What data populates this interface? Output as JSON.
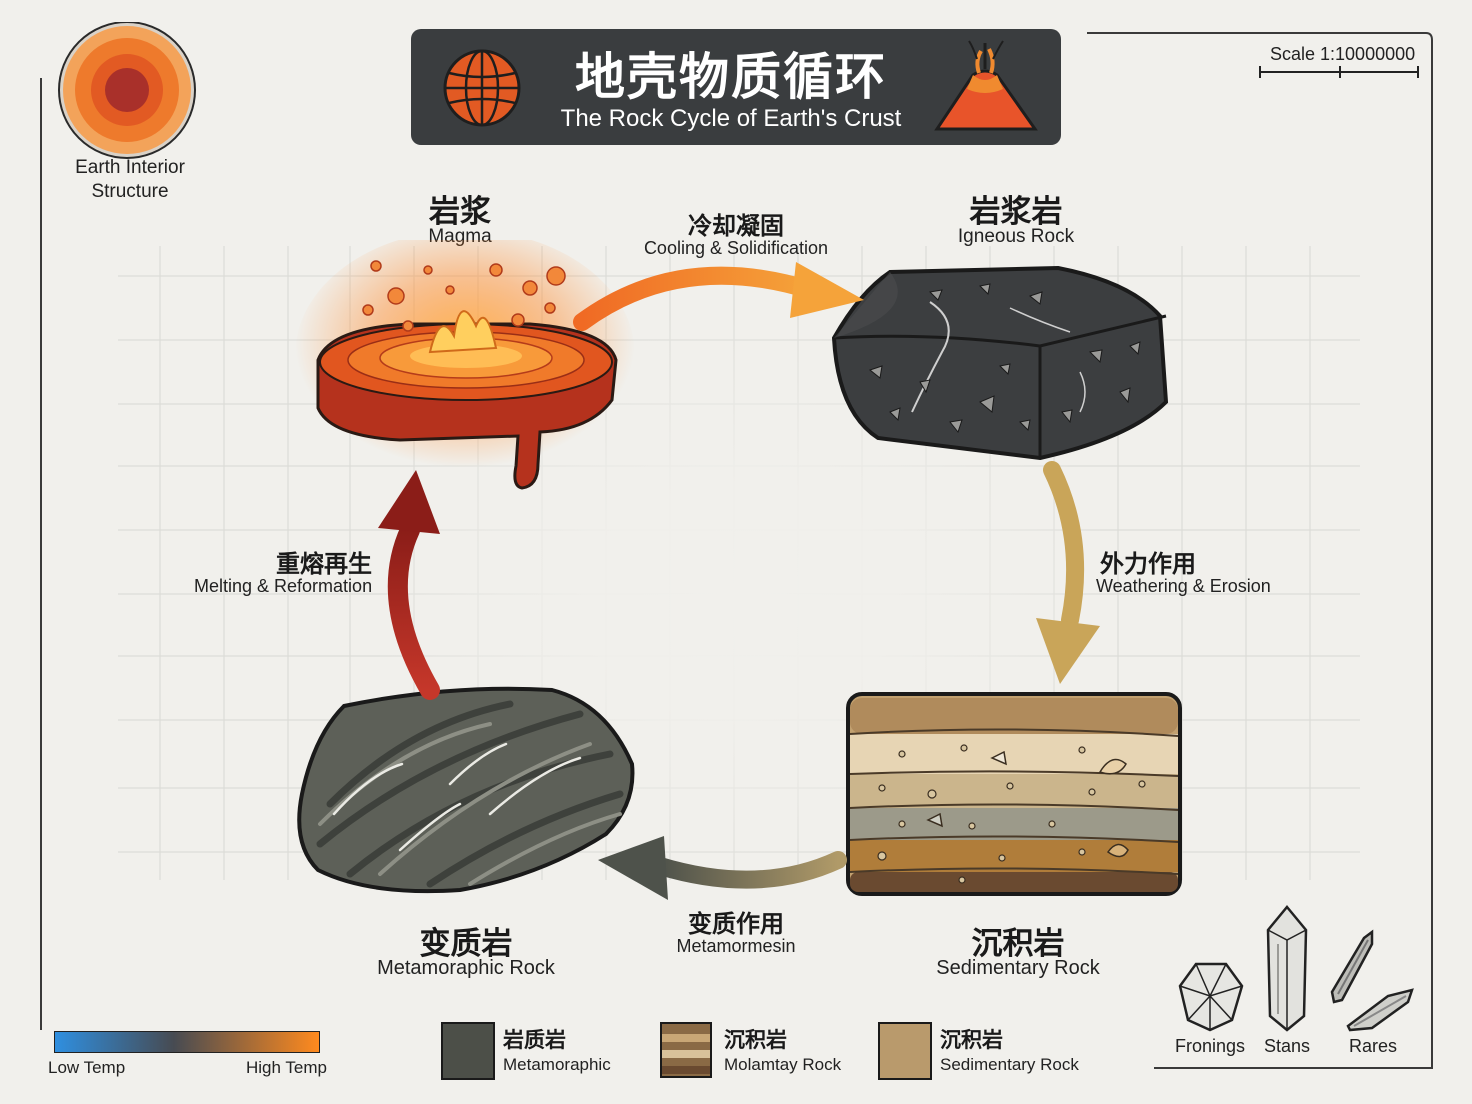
{
  "title": {
    "cn": "地壳物质循环",
    "en": "The Rock Cycle of Earth's Crust"
  },
  "earth_interior": {
    "line1": "Earth Interior",
    "line2": "Structure"
  },
  "scale": {
    "label": "Scale 1:10000000"
  },
  "nodes": {
    "magma": {
      "cn": "岩浆",
      "en": "Magma"
    },
    "igneous": {
      "cn": "岩浆岩",
      "en": "Igneous Rock"
    },
    "sedimentary": {
      "cn": "沉积岩",
      "en": "Sedimentary Rock"
    },
    "metamorphic": {
      "cn": "变质岩",
      "en": "Metamoraphic Rock"
    }
  },
  "processes": {
    "cooling": {
      "cn": "冷却凝固",
      "en": "Cooling & Solidification"
    },
    "weathering": {
      "cn": "外力作用",
      "en": "Weathering & Erosion"
    },
    "metamorphism": {
      "cn": "变质作用",
      "en": "Metamormesin"
    },
    "melting": {
      "cn": "重熔再生",
      "en": "Melting & Reformation"
    }
  },
  "temp_legend": {
    "low": "Low Temp",
    "high": "High Temp",
    "colors": [
      "#2f8fe0",
      "#ff8a1e"
    ]
  },
  "rock_legend": [
    {
      "cn": "岩质岩",
      "en": "Metamoraphic",
      "color": "#4c4f48"
    },
    {
      "cn": "沉积岩",
      "en": "Molamtay Rock",
      "color": "#8a6a45"
    },
    {
      "cn": "沉积岩",
      "en": "Sedimentary Rock",
      "color": "#b99a6c"
    }
  ],
  "crystals": [
    {
      "label": "Fronings"
    },
    {
      "label": "Stans"
    },
    {
      "label": "Rares"
    }
  ],
  "colors": {
    "title_bg": "#3a3d3f",
    "arrow_cooling": "#f5892a",
    "arrow_weathering": "#c9a559",
    "arrow_metamorphism": "#575b52",
    "arrow_melting": "#a0241c"
  }
}
